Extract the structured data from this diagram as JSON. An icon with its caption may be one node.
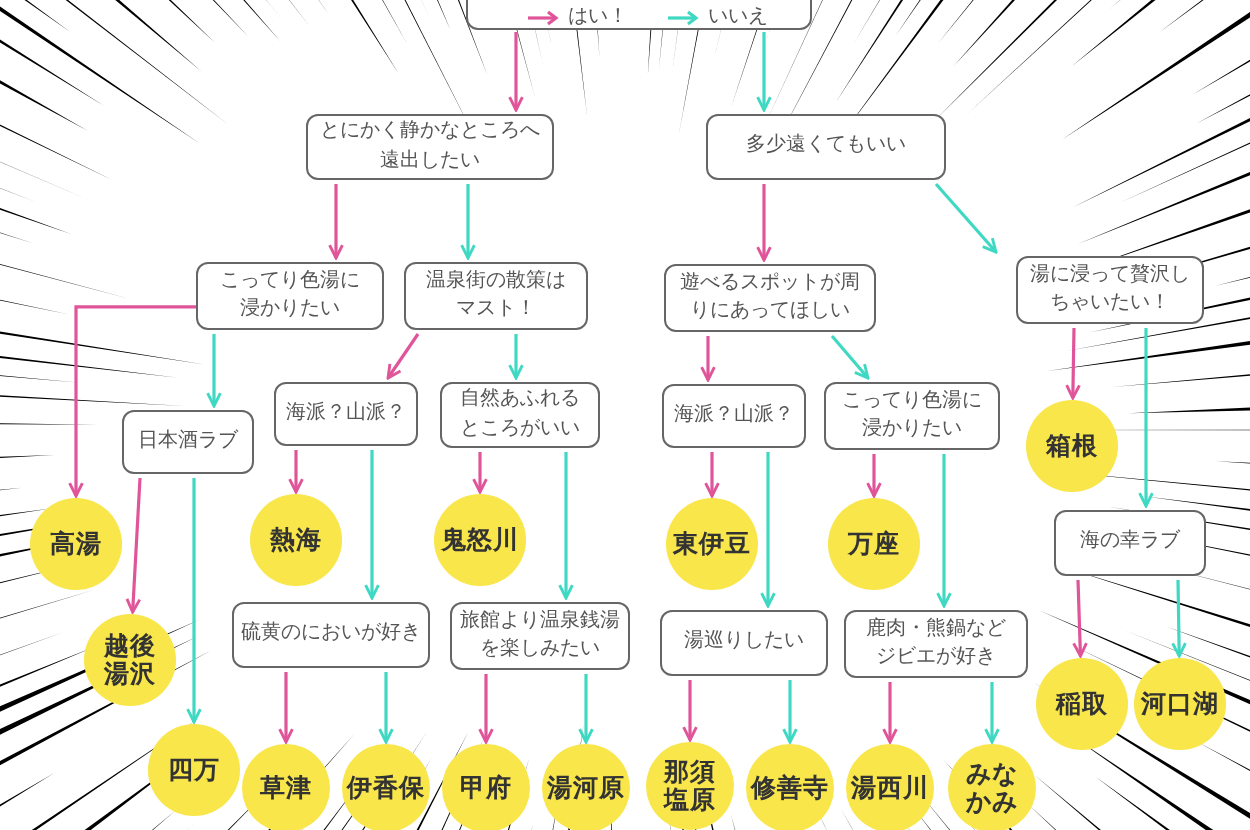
{
  "diagram": {
    "nodes": [
      {
        "text": [
          "とにかく静かなところへ遠出したい"
        ]
      },
      {
        "text": [
          "多少遠くてもいい"
        ]
      },
      {
        "text": [
          "こってり色湯に浸かりたい"
        ]
      },
      {
        "text": [
          "温泉街の散策はマスト！"
        ]
      },
      {
        "text": [
          "遊べるスポットが周りにあってほしい"
        ]
      },
      {
        "text": [
          "湯に浸って贅沢しちゃいたい！"
        ]
      },
      {
        "text": [
          "海派？山派？"
        ]
      },
      {
        "text": [
          "自然あふれるところがいい"
        ]
      },
      {
        "text": [
          "海派？山派？"
        ]
      },
      {
        "text": [
          "こってり色湯に浸かりたい"
        ]
      },
      {
        "text": [
          "日本酒ラブ"
        ]
      },
      {
        "text": [
          "箱根"
        ]
      },
      {
        "text": [
          "高湯"
        ]
      },
      {
        "text": [
          "熱海"
        ]
      },
      {
        "text": [
          "鬼怒川"
        ]
      },
      {
        "text": [
          "東伊豆"
        ]
      },
      {
        "text": [
          "万座"
        ]
      },
      {
        "text": [
          "海の幸ラブ"
        ]
      },
      {
        "text": [
          "越後湯沢"
        ]
      },
      {
        "text": [
          "硫黄のにおいが好き"
        ]
      },
      {
        "text": [
          "旅館より温泉銭湯を楽しみたい"
        ]
      },
      {
        "text": [
          "湯巡りしたい"
        ]
      },
      {
        "text": [
          "鹿肉・熊鍋などジビエが好き"
        ]
      },
      {
        "text": [
          "稲取"
        ]
      },
      {
        "text": [
          "河口湖"
        ]
      },
      {
        "text": [
          "四万"
        ]
      },
      {
        "text": [
          "草津"
        ]
      },
      {
        "text": [
          "伊香保"
        ]
      },
      {
        "text": [
          "甲府"
        ]
      },
      {
        "text": [
          "湯河原"
        ]
      },
      {
        "text": [
          "那須塩原"
        ]
      },
      {
        "text": [
          "修善寺"
        ]
      },
      {
        "text": [
          "湯西川"
        ]
      },
      {
        "text": [
          "みなかみ"
        ]
      }
    ],
    "edges": [
      {
        "from": null,
        "to": 0,
        "arrow": "to",
        "color": "#e0559a"
      },
      {
        "from": null,
        "to": 1,
        "arrow": "to",
        "color": "#3fd8c2"
      },
      {
        "from": 0,
        "to": 2,
        "arrow": "to",
        "color": "#e0559a"
      },
      {
        "from": 0,
        "to": 3,
        "arrow": "to",
        "color": "#3fd8c2"
      },
      {
        "from": 2,
        "to": 12,
        "arrow": "to",
        "color": "#e0559a"
      },
      {
        "from": 2,
        "to": 10,
        "arrow": "to",
        "color": "#3fd8c2"
      },
      {
        "from": 3,
        "to": 6,
        "arrow": "to",
        "color": "#e0559a"
      },
      {
        "from": 3,
        "to": 7,
        "arrow": "to",
        "color": "#3fd8c2"
      },
      {
        "from": 10,
        "to": 18,
        "arrow": "to",
        "color": "#e0559a"
      },
      {
        "from": 10,
        "to": 25,
        "arrow": "to",
        "color": "#3fd8c2"
      },
      {
        "from": 6,
        "to": 13,
        "arrow": "to",
        "color": "#e0559a"
      },
      {
        "from": 6,
        "to": 19,
        "arrow": "to",
        "color": "#3fd8c2"
      },
      {
        "from": 7,
        "to": 14,
        "arrow": "to",
        "color": "#e0559a"
      },
      {
        "from": 7,
        "to": 20,
        "arrow": "to",
        "color": "#3fd8c2"
      },
      {
        "from": 19,
        "to": 26,
        "arrow": "to",
        "color": "#e0559a"
      },
      {
        "from": 19,
        "to": 27,
        "arrow": "to",
        "color": "#3fd8c2"
      },
      {
        "from": 20,
        "to": 28,
        "arrow": "to",
        "color": "#e0559a"
      },
      {
        "from": 20,
        "to": 29,
        "arrow": "to",
        "color": "#3fd8c2"
      },
      {
        "from": 1,
        "to": 4,
        "arrow": "to",
        "color": "#e0559a"
      },
      {
        "from": 1,
        "to": 5,
        "arrow": "to",
        "color": "#3fd8c2"
      },
      {
        "from": 4,
        "to": 8,
        "arrow": "to",
        "color": "#e0559a"
      },
      {
        "from": 4,
        "to": 9,
        "arrow": "to",
        "color": "#3fd8c2"
      },
      {
        "from": 8,
        "to": 15,
        "arrow": "to",
        "color": "#e0559a"
      },
      {
        "from": 8,
        "to": 21,
        "arrow": "to",
        "color": "#3fd8c2"
      },
      {
        "from": 9,
        "to": 16,
        "arrow": "to",
        "color": "#e0559a"
      },
      {
        "from": 9,
        "to": 22,
        "arrow": "to",
        "color": "#3fd8c2"
      },
      {
        "from": 21,
        "to": 30,
        "arrow": "to",
        "color": "#e0559a"
      },
      {
        "from": 21,
        "to": 31,
        "arrow": "to",
        "color": "#3fd8c2"
      },
      {
        "from": 22,
        "to": 32,
        "arrow": "to",
        "color": "#e0559a"
      },
      {
        "from": 22,
        "to": 33,
        "arrow": "to",
        "color": "#3fd8c2"
      },
      {
        "from": 5,
        "to": 11,
        "arrow": "to",
        "color": "#e0559a"
      },
      {
        "from": 5,
        "to": 17,
        "arrow": "to",
        "color": "#3fd8c2"
      },
      {
        "from": 17,
        "to": 23,
        "arrow": "to",
        "color": "#e0559a"
      },
      {
        "from": 17,
        "to": 24,
        "arrow": "to",
        "color": "#3fd8c2"
      }
    ],
    "legend": [
      {
        "text": "はい！",
        "color": "#e0559a"
      },
      {
        "text": "いいえ",
        "color": "#3fd8c2"
      }
    ]
  }
}
